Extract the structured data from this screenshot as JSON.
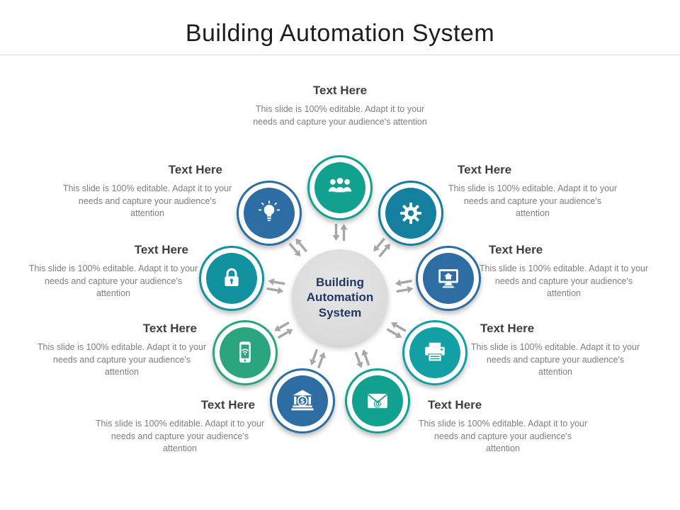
{
  "slide": {
    "title": "Building Automation System"
  },
  "palette": {
    "title_text": "#1d1d1d",
    "heading_text": "#3f3f3f",
    "body_text": "#7f7f7f",
    "divider": "#d8d8d8",
    "arrow": "#a6a6a6",
    "center_fill": "#d6d6d6",
    "center_text": "#1f3864"
  },
  "diagram": {
    "center_label": "Building Automation System",
    "nodes": [
      {
        "icon": "users-icon",
        "color": "#12a18f"
      },
      {
        "icon": "gear-icon",
        "color": "#147f9e"
      },
      {
        "icon": "monitor-home-icon",
        "color": "#2e6da4"
      },
      {
        "icon": "printer-icon",
        "color": "#12a0a4"
      },
      {
        "icon": "envelope-icon",
        "color": "#12a18f"
      },
      {
        "icon": "bank-icon",
        "color": "#2e6da4"
      },
      {
        "icon": "smartphone-icon",
        "color": "#2aa57e"
      },
      {
        "icon": "lock-icon",
        "color": "#12929e"
      },
      {
        "icon": "lightbulb-icon",
        "color": "#2e6da4"
      }
    ]
  },
  "callouts": [
    {
      "label": "Text Here",
      "description": "This slide is 100% editable. Adapt it to your needs and capture your audience's attention"
    },
    {
      "label": "Text Here",
      "description": "This slide is 100% editable. Adapt it to your needs and capture your audience's attention"
    },
    {
      "label": "Text Here",
      "description": "This slide is 100% editable. Adapt it to your needs and capture your audience's attention"
    },
    {
      "label": "Text Here",
      "description": "This slide is 100% editable. Adapt it to your needs and capture your audience's attention"
    },
    {
      "label": "Text Here",
      "description": "This slide is 100% editable. Adapt it to your needs and capture your audience's attention"
    },
    {
      "label": "Text Here",
      "description": "This slide is 100% editable. Adapt it to your needs and capture your audience's attention"
    },
    {
      "label": "Text Here",
      "description": "This slide is 100% editable. Adapt it to your needs and capture your audience's attention"
    },
    {
      "label": "Text Here",
      "description": "This slide is 100% editable. Adapt it to your needs and capture your audience's attention"
    },
    {
      "label": "Text Here",
      "description": "This slide is 100% editable. Adapt it to your needs and capture your audience's attention"
    }
  ]
}
